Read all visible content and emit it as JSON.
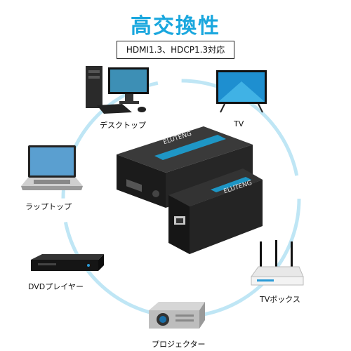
{
  "title": "高交換性",
  "compatibility": "HDMI1.3、HDCP1.3対応",
  "brand": "ELUTENG",
  "devices": {
    "desktop": "デスクトップ",
    "tv": "TV",
    "laptop": "ラップトップ",
    "dvd": "DVDプレイヤー",
    "tvbox": "TVボックス",
    "projector": "プロジェクター"
  },
  "colors": {
    "accent": "#1aa7de",
    "ring": "#bfe6f5",
    "device_dark": "#1c1c1c"
  }
}
